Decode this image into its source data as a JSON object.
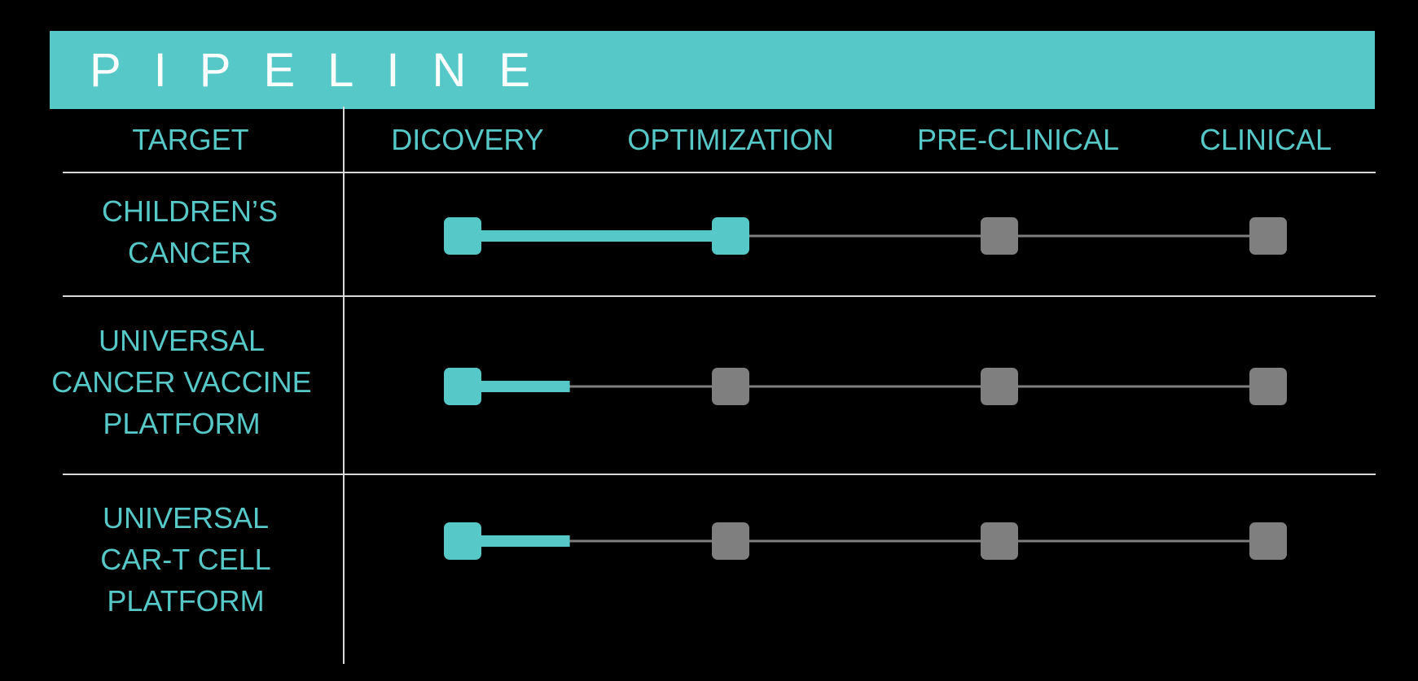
{
  "title": "PIPELINE",
  "colors": {
    "accent": "#56c8c8",
    "inactive": "#7f7f7f",
    "background": "#000000",
    "rule": "#d9d9d9"
  },
  "columns": {
    "target": "TARGET",
    "stages": [
      "DICOVERY",
      "OPTIMIZATION",
      "PRE-CLINICAL",
      "CLINICAL"
    ]
  },
  "rows": [
    {
      "label_lines": [
        "CHILDREN’S",
        "CANCER"
      ],
      "progress_stage_index": 1,
      "progress_fraction": 1.0
    },
    {
      "label_lines": [
        "UNIVERSAL",
        "CANCER VACCINE",
        "PLATFORM"
      ],
      "progress_stage_index": 0,
      "progress_fraction": 0.4
    },
    {
      "label_lines": [
        "UNIVERSAL",
        "CAR-T CELL",
        "PLATFORM"
      ],
      "progress_stage_index": 0,
      "progress_fraction": 0.4
    }
  ]
}
